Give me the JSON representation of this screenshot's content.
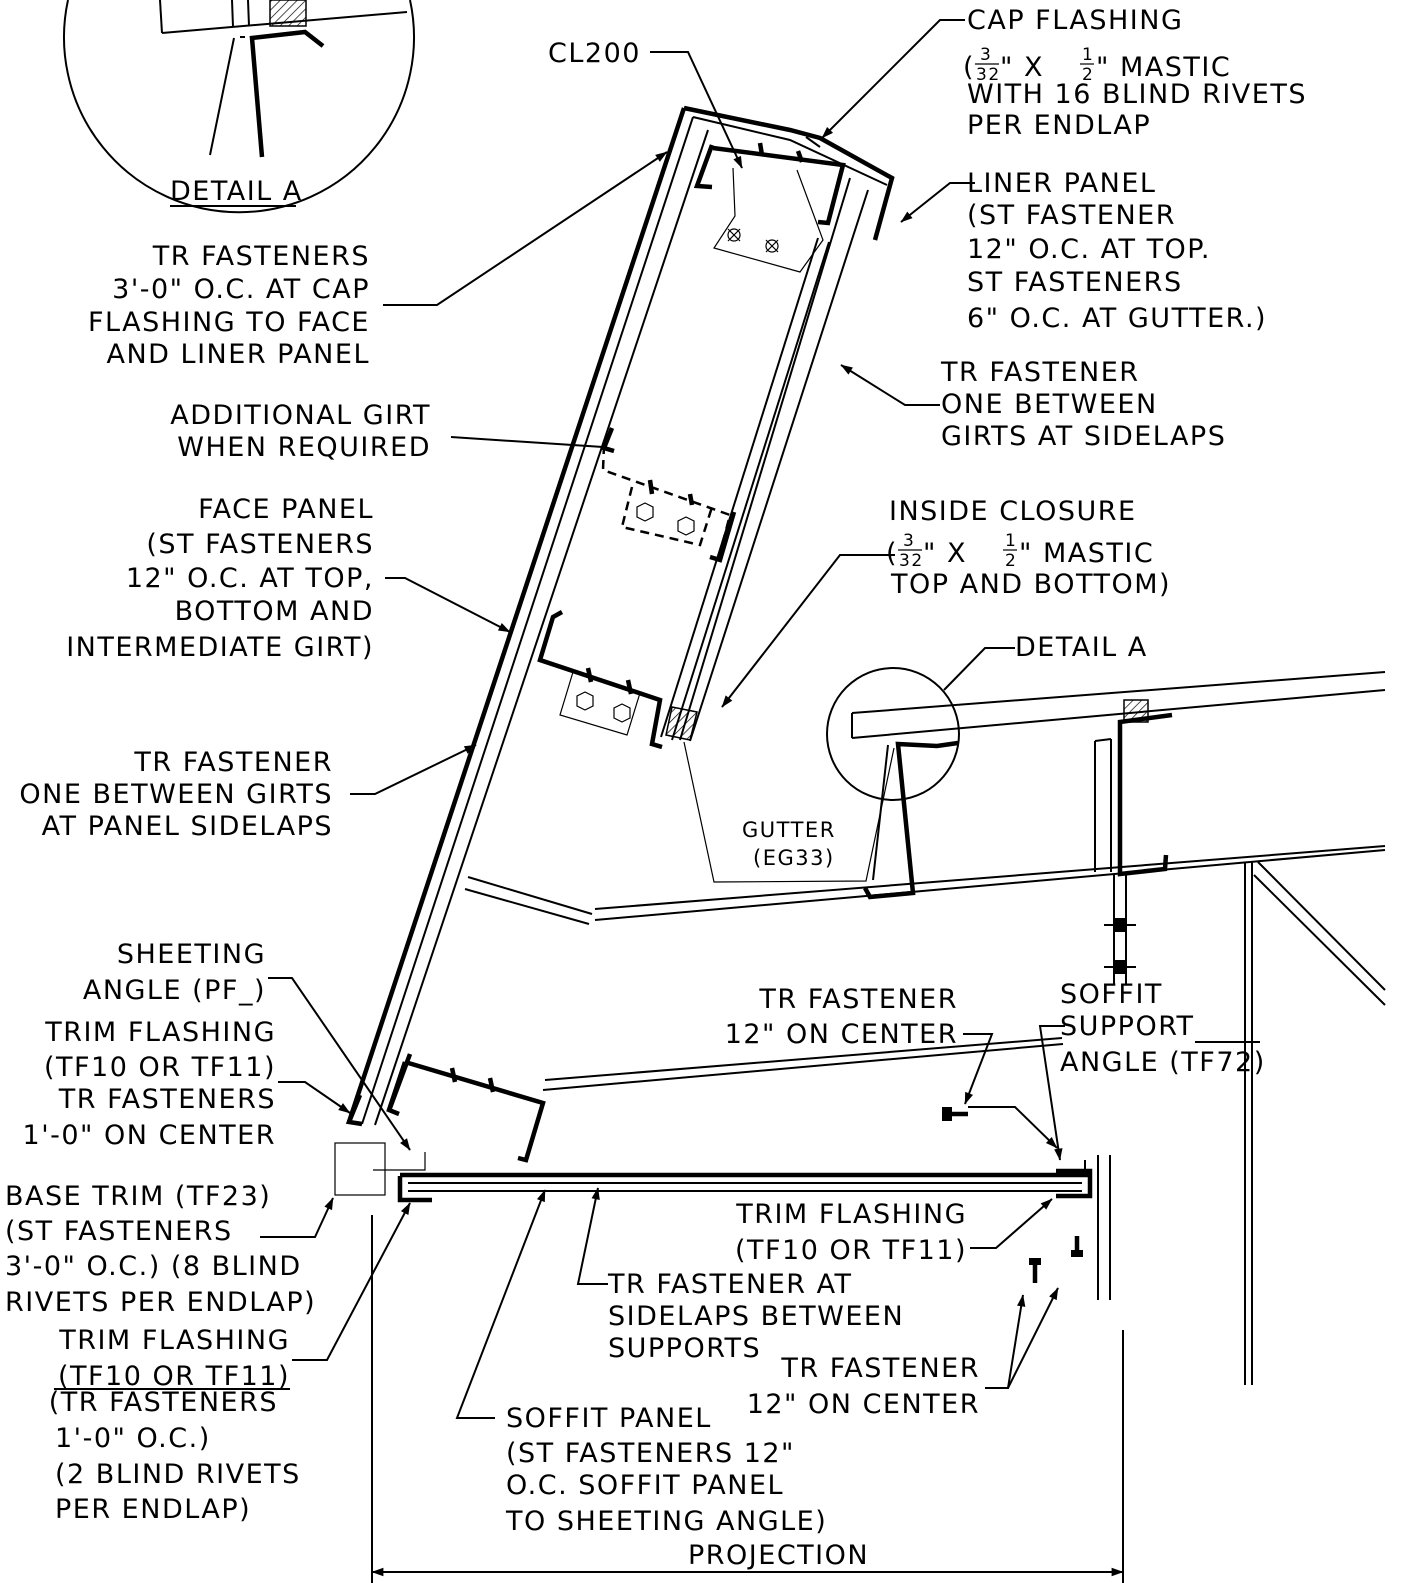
{
  "labels": {
    "cap_flashing": "CAP FLASHING",
    "cap_flashing_mastic_pre": "(",
    "cap_flashing_mastic_num": "3",
    "cap_flashing_mastic_den": "32",
    "cap_flashing_mastic_mid": "\" X ",
    "cap_flashing_mastic_num2": "1",
    "cap_flashing_mastic_den2": "2",
    "cap_flashing_mastic_post": "\" MASTIC",
    "cap_flashing_l3": "WITH 16 BLIND RIVETS",
    "cap_flashing_l4": "PER ENDLAP",
    "cl200": "CL200",
    "detail_a_title": "DETAIL A",
    "tr_cap_l1": "TR FASTENERS",
    "tr_cap_l2": "3'-0\" O.C. AT CAP",
    "tr_cap_l3": "FLASHING TO FACE",
    "tr_cap_l4": "AND LINER PANEL",
    "liner_l1": "LINER PANEL",
    "liner_l2": "(ST FASTENER",
    "liner_l3": "12\" O.C. AT TOP.",
    "liner_l4": "ST FASTENERS",
    "liner_l5": "6\" O.C. AT GUTTER.)",
    "tr_girt_l1": "TR FASTENER",
    "tr_girt_l2": "ONE BETWEEN",
    "tr_girt_l3": "GIRTS AT SIDELAPS",
    "add_girt_l1": "ADDITIONAL GIRT",
    "add_girt_l2": "WHEN REQUIRED",
    "face_l1": "FACE PANEL",
    "face_l2": "(ST FASTENERS",
    "face_l3": "12\" O.C. AT TOP,",
    "face_l4": "BOTTOM AND",
    "face_l5": "INTERMEDIATE GIRT)",
    "inside_l1": "INSIDE CLOSURE",
    "inside_mastic_post": "\" MASTIC",
    "inside_l3": "TOP AND BOTTOM)",
    "detail_a_ref": "DETAIL A",
    "tr_panel_l1": "TR FASTENER",
    "tr_panel_l2": "ONE BETWEEN GIRTS",
    "tr_panel_l3": "AT PANEL SIDELAPS",
    "gutter_l1": "GUTTER",
    "gutter_l2": "(EG33)",
    "sheeting_l1": "SHEETING",
    "sheeting_l2": "ANGLE (PF_)",
    "trim1_l1": "TRIM FLASHING",
    "trim1_l2": "(TF10 OR TF11)",
    "trim1_l3": "TR FASTENERS",
    "trim1_l4": "1'-0\" ON CENTER",
    "tr12_l1": "TR FASTENER",
    "tr12_l2": "12\" ON CENTER",
    "soffit_sup_l1": "SOFFIT",
    "soffit_sup_l2": "SUPPORT",
    "soffit_sup_l3": "ANGLE (TF72)",
    "base_l1": "BASE TRIM (TF23)",
    "base_l2": "(ST FASTENERS",
    "base_l3": "3'-0\" O.C.) (8 BLIND",
    "base_l4": "RIVETS PER ENDLAP)",
    "trim2_l1": "TRIM FLASHING",
    "trim2_l2": "(TF10 OR TF11)",
    "sidelap_l1": "TR FASTENER AT",
    "sidelap_l2": "SIDELAPS BETWEEN",
    "sidelap_l3": "SUPPORTS",
    "trim3_l1": "TRIM FLASHING",
    "trim3_l2": "(TF10 OR TF11)",
    "trim3_l3": "(TR FASTENERS",
    "trim3_l4": "1'-0\" O.C.)",
    "trim3_l5": "(2 BLIND RIVETS",
    "trim3_l6": "PER ENDLAP)",
    "tr12b_l1": "TR FASTENER",
    "tr12b_l2": "12\" ON CENTER",
    "soffit_l1": "SOFFIT PANEL",
    "soffit_l2": "(ST FASTENERS 12\"",
    "soffit_l3": "O.C. SOFFIT PANEL",
    "soffit_l4": "TO SHEETING ANGLE)",
    "projection": "PROJECTION"
  }
}
